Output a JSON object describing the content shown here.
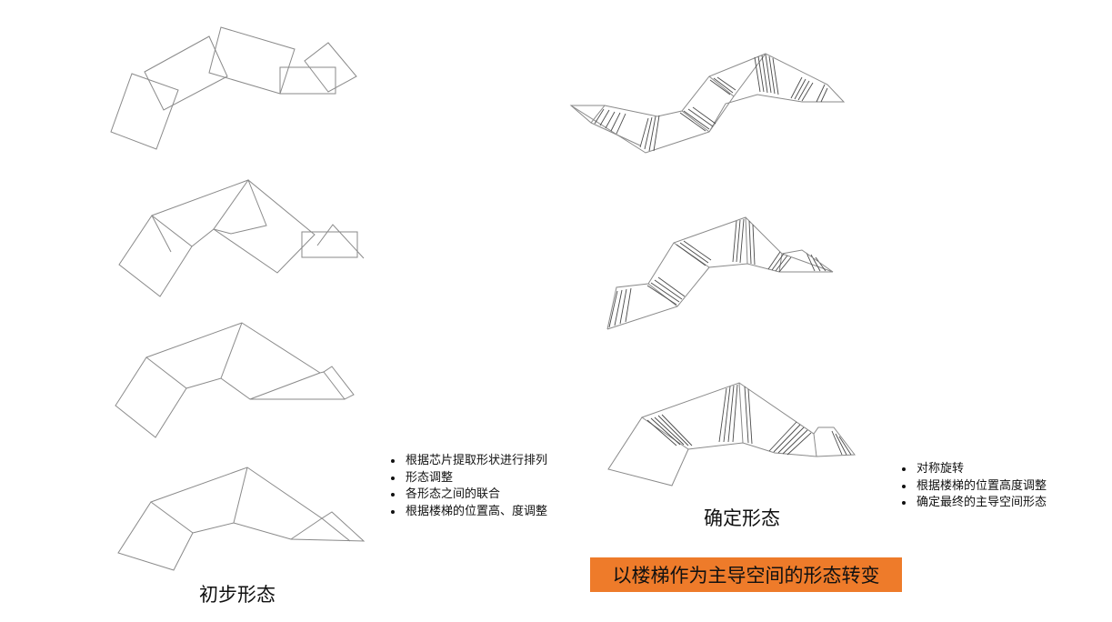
{
  "captions": {
    "initial_form": "初步形态",
    "final_form": "确定形态"
  },
  "banner": {
    "text": "以楼梯作为主导空间的形态转变",
    "color": "#ee7b2a"
  },
  "notes_left": [
    "根据芯片提取形状进行排列",
    "形态调整",
    "各形态之间的联合",
    "根据楼梯的位置高、度调整"
  ],
  "notes_right": [
    "对称旋转",
    "根据楼梯的位置高度调整",
    "确定最终的主导空间形态"
  ]
}
